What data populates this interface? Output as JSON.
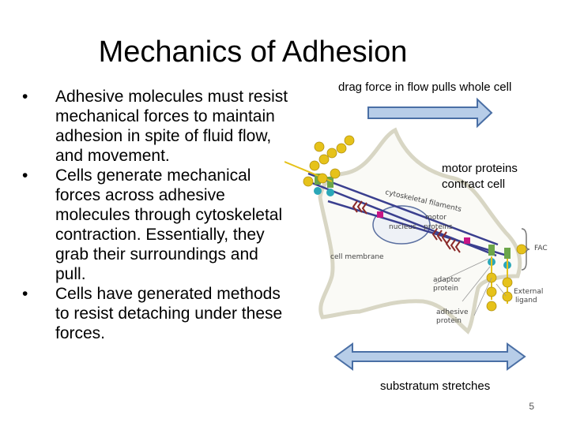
{
  "slide": {
    "title": "Mechanics of Adhesion",
    "bullets": [
      "Adhesive molecules must resist mechanical forces to maintain adhesion in spite of fluid flow, and movement.",
      "Cells generate mechanical forces across adhesive molecules through cytoskeletal contraction. Essentially, they grab their surroundings and pull.",
      "Cells have generated methods to resist detaching under these forces."
    ],
    "bullet_glyph": "•",
    "page_number": "5"
  },
  "figure": {
    "drag_label": "drag force in flow pulls whole cell",
    "motor_label": "motor proteins contract cell",
    "substratum_label": "substratum stretches",
    "diagram_labels": {
      "cytoskeletal": "cytoskeletal filaments",
      "nucleus": "nucleus",
      "motor": "motor",
      "proteins": "proteins",
      "cell_membrane": "cell membrane",
      "fac": "FAC",
      "adaptor1": "adaptor",
      "adaptor2": "protein",
      "adhesive1": "adhesive",
      "adhesive2": "protein",
      "external1": "External",
      "external2": "ligand"
    },
    "colors": {
      "arrow_fill": "#b7cde8",
      "arrow_stroke": "#4a6fa5",
      "cell_outline": "#d8d6c4",
      "ligand_yellow": "#e6c21a",
      "motor_magenta": "#c71585",
      "filament_blue": "#3a3f8f",
      "adhesive_teal": "#2aa7b8",
      "adaptor_green": "#6ca64a"
    }
  }
}
